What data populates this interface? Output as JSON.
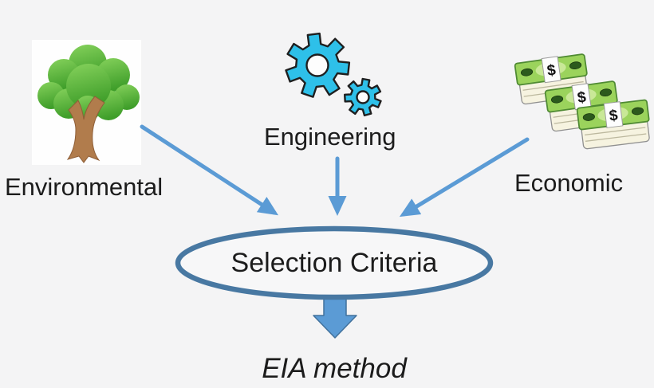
{
  "nodes": {
    "environmental": {
      "label": "Environmental",
      "icon": "tree-icon"
    },
    "engineering": {
      "label": "Engineering",
      "icon": "gears-icon"
    },
    "economic": {
      "label": "Economic",
      "icon": "money-icon"
    },
    "selection_criteria": {
      "label": "Selection Criteria",
      "shape": "ellipse"
    },
    "eia_method": {
      "label": "EIA method"
    }
  },
  "icons": {
    "money_symbol": "$"
  },
  "colors": {
    "background": "#f4f4f5",
    "text": "#1c1c1c",
    "arrow": "#5b9bd5",
    "ellipse_stroke": "#4878a2",
    "block_arrow_fill": "#5b9bd5",
    "block_arrow_outline": "#41719c",
    "gear": "#2ec0e9",
    "tree_canopy_light": "#82cf58",
    "tree_canopy_dark": "#3f9e2a",
    "tree_trunk": "#b17c4c",
    "money_bill": "#9bd35c"
  }
}
